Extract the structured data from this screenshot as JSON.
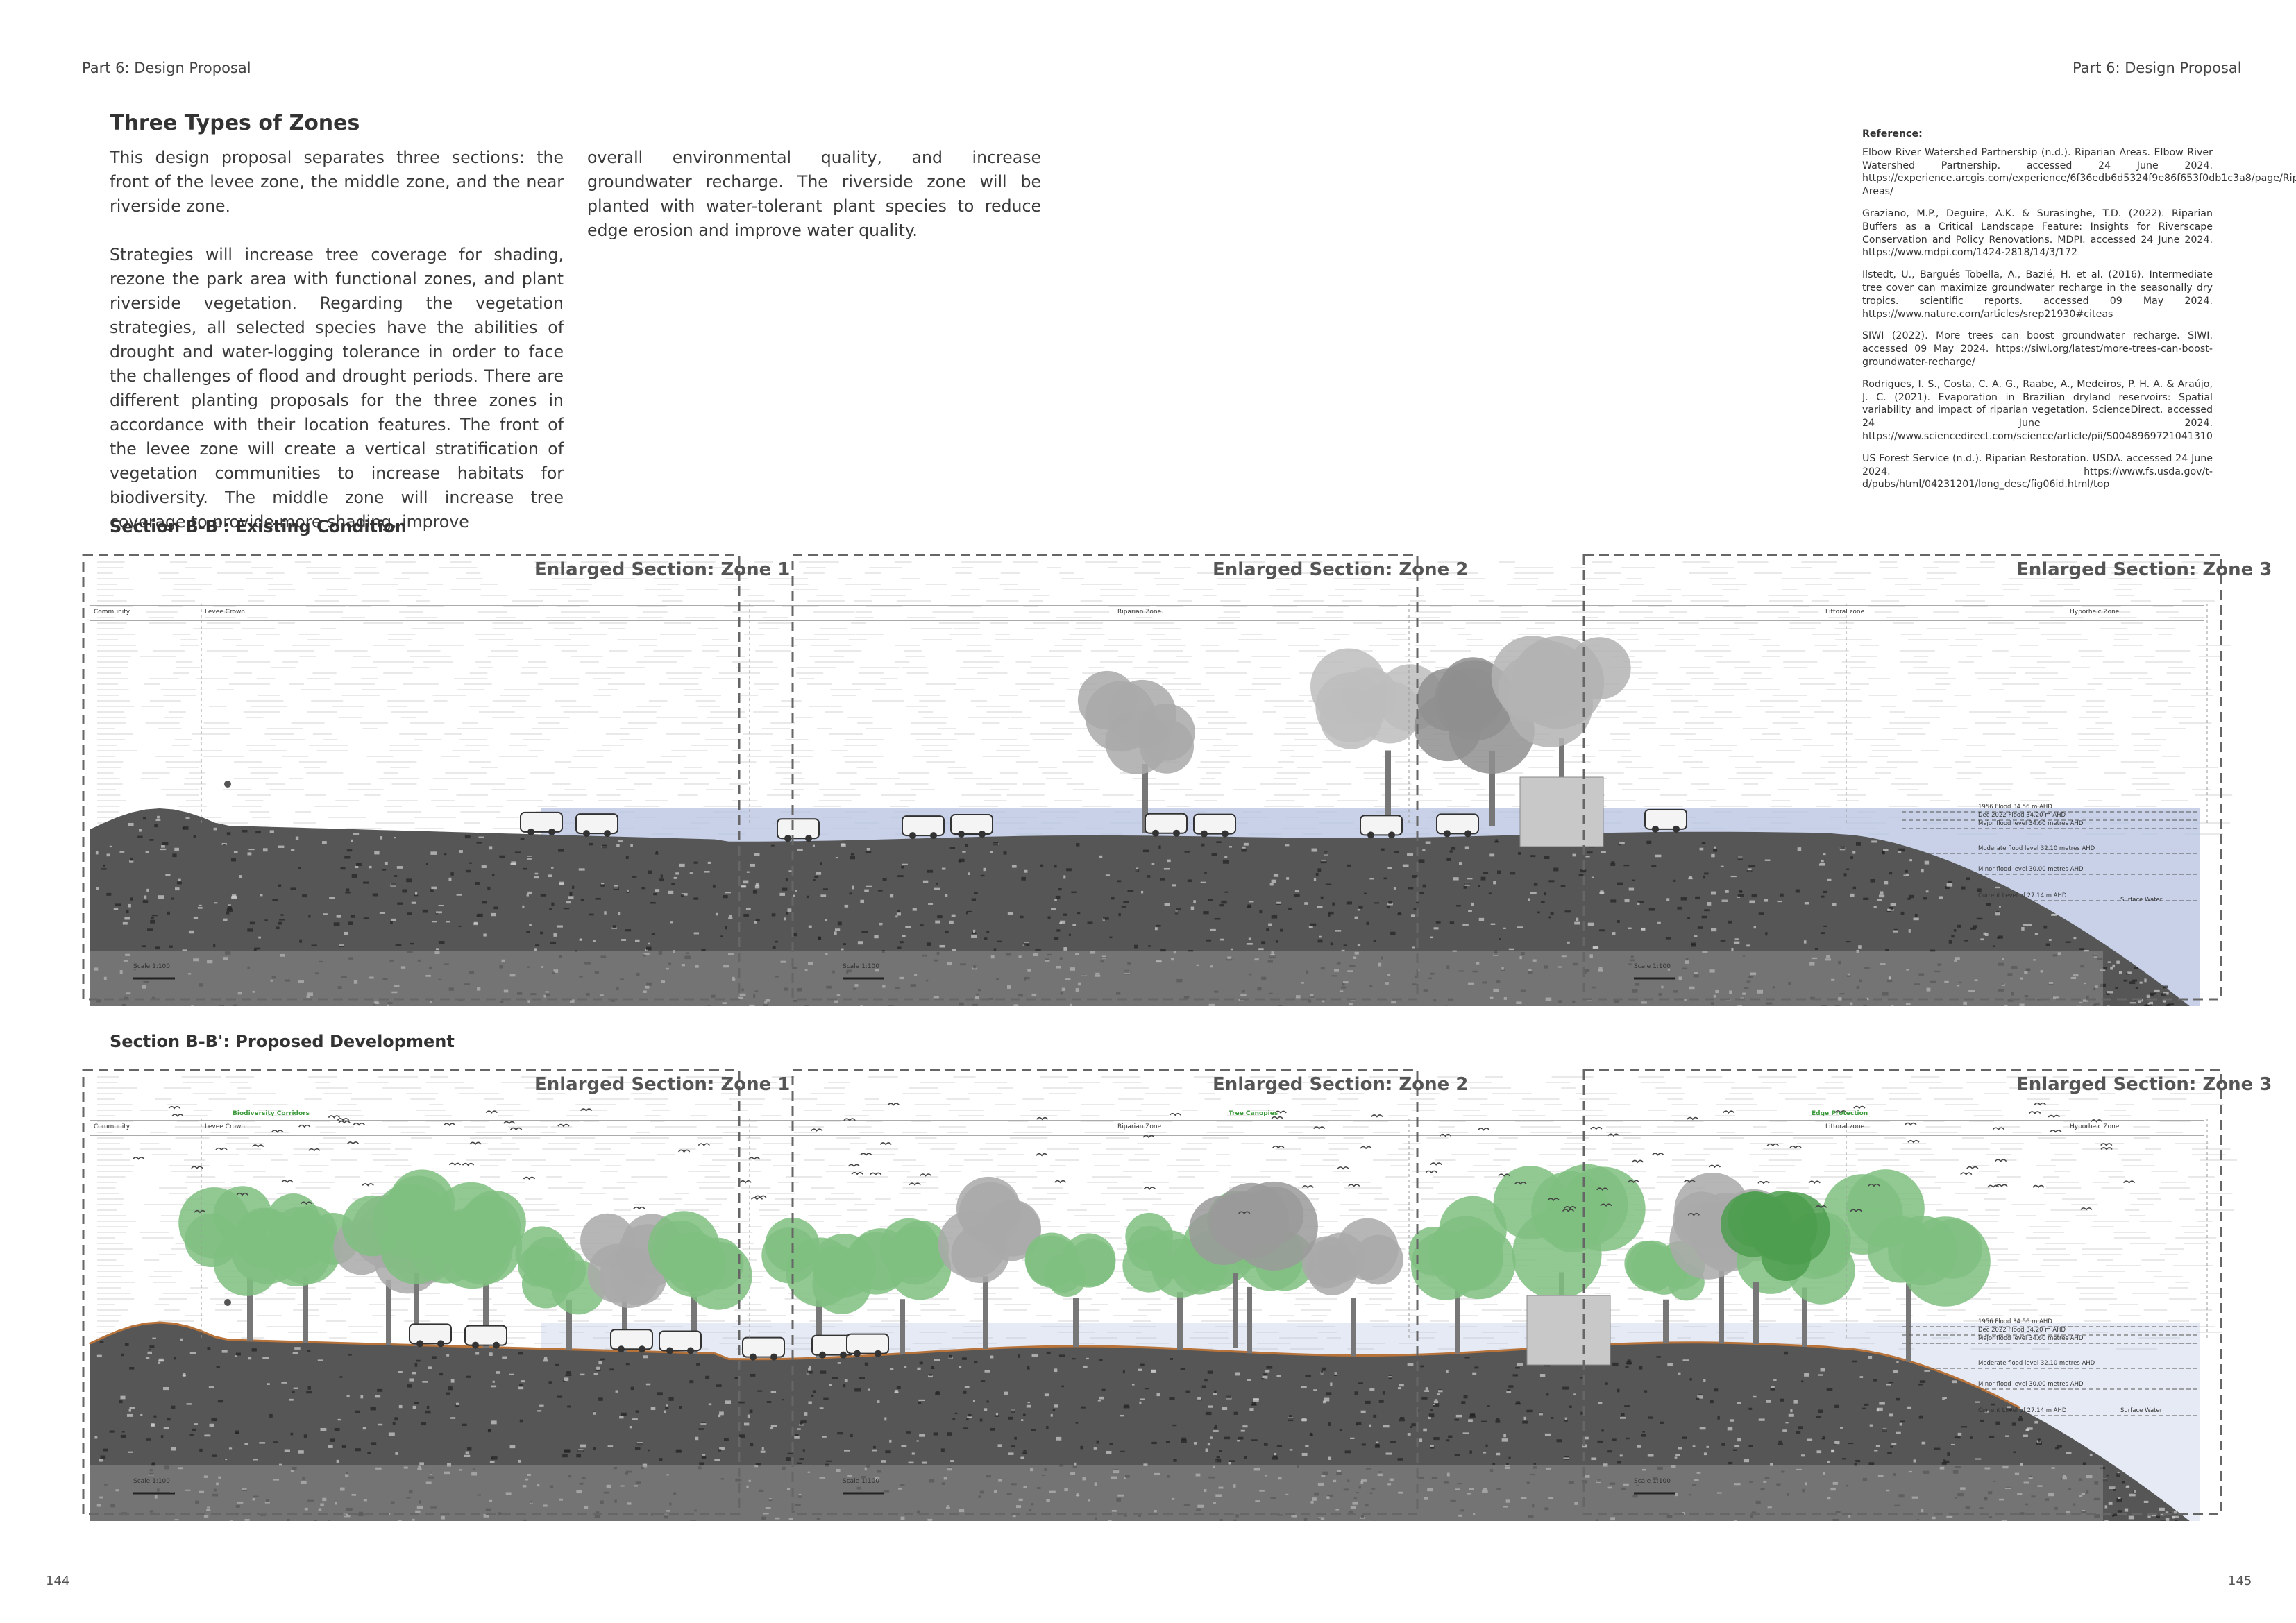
{
  "header": {
    "left": "Part 6: Design Proposal",
    "right": "Part 6: Design Proposal"
  },
  "pages": {
    "left": "144",
    "right": "145"
  },
  "title": "Three Types of Zones",
  "col1": [
    "This design proposal separates three sections: the front of the levee zone, the middle zone, and the near riverside zone.",
    "Strategies will increase tree coverage for shading, rezone the park area with functional zones, and plant riverside vegetation. Regarding the vegetation strategies, all selected species have the abilities of drought and water-logging tolerance in order to face the challenges of flood and drought periods. There are different planting proposals for the three zones in accordance with their location features. The front of the levee zone will create a vertical stratification of vegetation communities to increase habitats for biodiversity. The middle zone will increase tree coverage to provide more shading, improve"
  ],
  "col2": "overall environmental quality, and increase groundwater recharge. The riverside zone will be planted with water-tolerant plant species to reduce edge erosion and improve water quality.",
  "references": {
    "heading": "Reference:",
    "items": [
      "Elbow River Watershed Partnership (n.d.). Riparian Areas. Elbow River Watershed Partnership. accessed 24 June 2024. https://experience.arcgis.com/experience/6f36edb6d5324f9e86f653f0db1c3a8/page/Riparian-Areas/",
      "Graziano, M.P., Deguire, A.K. & Surasinghe, T.D. (2022). Riparian Buffers as a Critical Landscape Feature: Insights for Riverscape Conservation and Policy Renovations. MDPI. accessed 24 June 2024. https://www.mdpi.com/1424-2818/14/3/172",
      "Ilstedt, U., Bargués Tobella, A., Bazié, H. et al. (2016). Intermediate tree cover can maximize groundwater recharge in the seasonally dry tropics. scientific reports. accessed 09 May 2024. https://www.nature.com/articles/srep21930#citeas",
      "SIWI (2022). More trees can boost groundwater recharge. SIWI. accessed 09 May 2024. https://siwi.org/latest/more-trees-can-boost-groundwater-recharge/",
      "Rodrigues, I. S., Costa, C. A. G., Raabe, A., Medeiros, P. H. A. & Araújo, J. C. (2021). Evaporation in Brazilian dryland reservoirs: Spatial variability and impact of riparian vegetation. ScienceDirect. accessed 24 June 2024. https://www.sciencedirect.com/science/article/pii/S0048969721041310",
      "US Forest Service (n.d.). Riparian Restoration. USDA. accessed 24 June 2024. https://www.fs.usda.gov/t-d/pubs/html/04231201/long_desc/fig06id.html/top"
    ]
  },
  "sections": [
    {
      "title": "Section B-B': Existing Condition",
      "zones": [
        "Enlarged Section: Zone 1",
        "Enlarged Section: Zone 2",
        "Enlarged Section: Zone 3"
      ],
      "strip": [
        "Community",
        "Levee Crown",
        "Riparian Zone",
        "Littoral zone",
        "Hyporheic Zone"
      ],
      "green_labels": []
    },
    {
      "title": "Section B-B': Proposed Development",
      "zones": [
        "Enlarged Section: Zone 1",
        "Enlarged Section: Zone 2",
        "Enlarged Section: Zone 3"
      ],
      "strip": [
        "Community",
        "Levee Crown",
        "Riparian Zone",
        "Littoral zone",
        "Hyporheic Zone"
      ],
      "green_labels": [
        "Biodiversity Corridors",
        "Tree Canopies",
        "Edge Protection"
      ]
    }
  ],
  "water_labels": {
    "flood_1": "1956 Flood 34.56 m AHD",
    "flood_2": "Dec 2022 Flood 34.20 m AHD",
    "major": "Major flood level 34.60 metres AHD",
    "moderate": "Moderate flood level 32.10 metres AHD",
    "minor": "Minor flood level 30.00 metres AHD",
    "current": "Current Level of 27.14 m AHD",
    "surface": "Surface Water"
  },
  "scale_label": "Scale 1:100",
  "colors": {
    "water": "#b6c2e0",
    "tree_green": "#7fbf80",
    "tree_grey": "#a9a9a9",
    "ground_dark": "#3a3a3a"
  }
}
